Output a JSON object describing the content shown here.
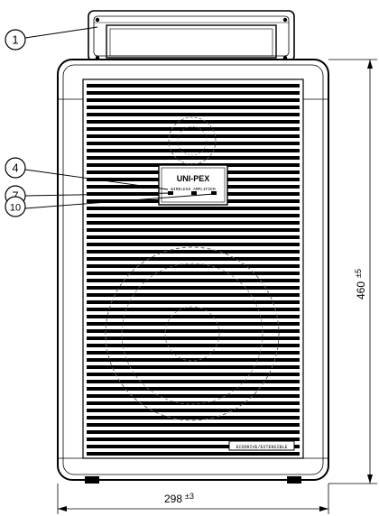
{
  "callouts": [
    {
      "number": "1",
      "part": "handle"
    },
    {
      "number": "4",
      "part": "logo-panel"
    },
    {
      "number": "7",
      "part": "indicator-left"
    },
    {
      "number": "10",
      "part": "indicator-right"
    }
  ],
  "logo": {
    "brand": "UNI-PEX",
    "subtitle": "WIRELESS AMPLIFIER"
  },
  "badge_text": "ECODRIVE/EXTENSIBLE",
  "dimensions": {
    "width_value": "298",
    "width_tolerance": "±3",
    "height_value": "460",
    "height_tolerance": "±5"
  }
}
